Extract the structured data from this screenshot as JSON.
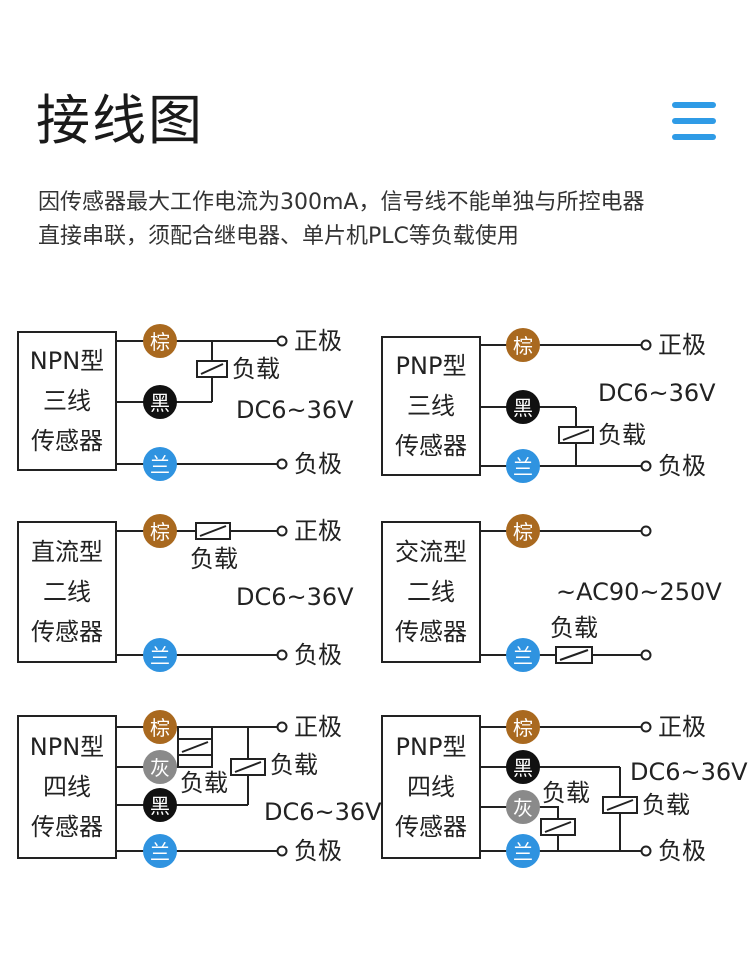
{
  "page": {
    "title": "接线图",
    "menu_icon": "hamburger-menu-icon",
    "description_lines": [
      "因传感器最大工作电流为300mA，信号线不能单独与所控电器",
      "直接串联，须配合继电器、单片机PLC等负载使用"
    ]
  },
  "colors": {
    "brown": "#a9691f",
    "black": "#111111",
    "gray": "#8a8a8a",
    "blue": "#2f93e0",
    "line": "#222222",
    "accent": "#2f9be6"
  },
  "wire_colors": {
    "brown": "棕",
    "black": "黑",
    "gray": "灰",
    "blue": "兰"
  },
  "terminals": {
    "positive": "正极",
    "negative": "负极",
    "load": "负载"
  },
  "diagrams": [
    {
      "sensor": [
        "NPN型",
        "三线",
        "传感器"
      ],
      "supply": "DC6~36V"
    },
    {
      "sensor": [
        "PNP型",
        "三线",
        "传感器"
      ],
      "supply": "DC6~36V"
    },
    {
      "sensor": [
        "直流型",
        "二线",
        "传感器"
      ],
      "supply": "DC6~36V"
    },
    {
      "sensor": [
        "交流型",
        "二线",
        "传感器"
      ],
      "supply": "~AC90~250V"
    },
    {
      "sensor": [
        "NPN型",
        "四线",
        "传感器"
      ],
      "supply": "DC6~36V"
    },
    {
      "sensor": [
        "PNP型",
        "四线",
        "传感器"
      ],
      "supply": "DC6~36V"
    }
  ]
}
